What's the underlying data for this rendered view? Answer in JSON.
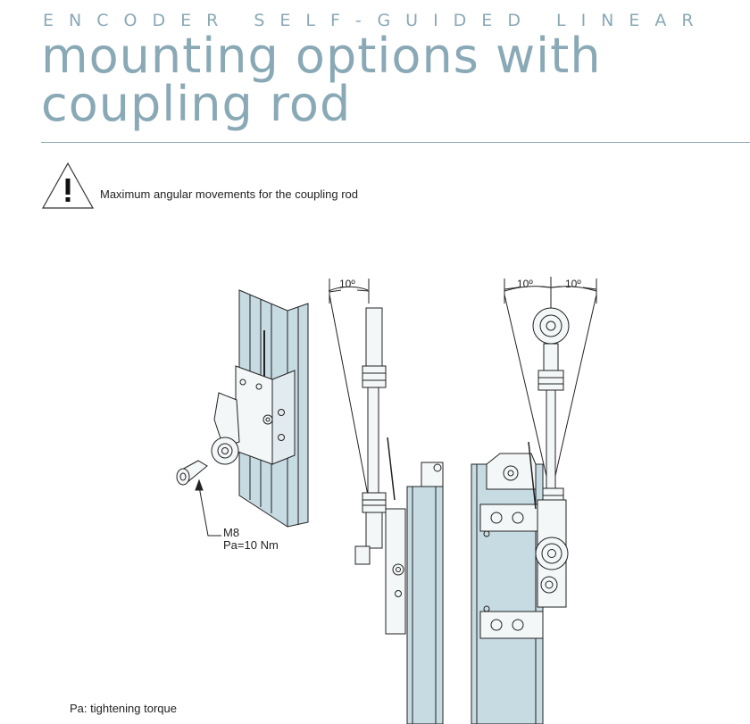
{
  "header": {
    "kicker": "ENCODER SELF-GUIDED LINEAR",
    "title_line1": "mounting options with",
    "title_line2": "coupling rod"
  },
  "warning": {
    "icon": "warning-triangle-icon",
    "text": "Maximum angular movements for the coupling rod"
  },
  "figure": {
    "angle_left": "10º",
    "angle_right_1": "10º",
    "angle_right_2": "10º",
    "screw_size": "M8",
    "torque": "Pa=10 Nm"
  },
  "footnote": "Pa: tightening torque",
  "colors": {
    "accent": "#8aa9b6",
    "profile": "#c7dbe3"
  }
}
